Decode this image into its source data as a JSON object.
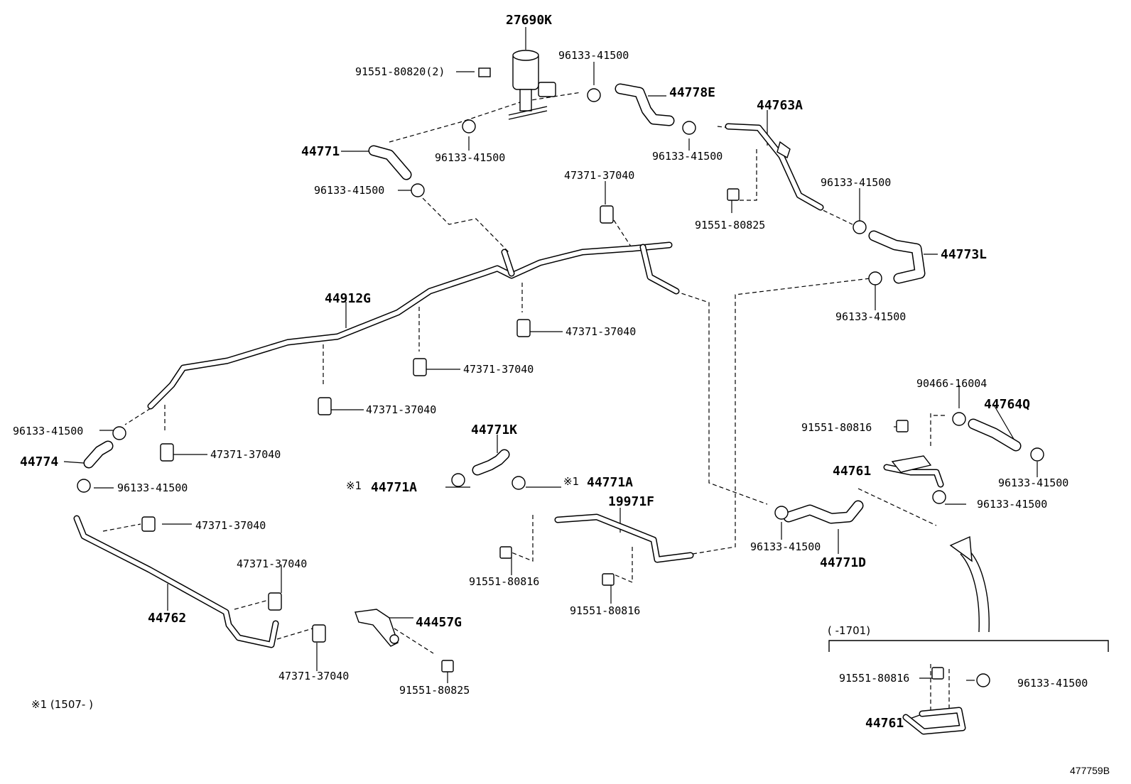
{
  "callouts": [
    {
      "id": "c01",
      "text": "27690K"
    },
    {
      "id": "c02",
      "text": "91551-80820(2)"
    },
    {
      "id": "c03",
      "text": "96133-41500"
    },
    {
      "id": "c04",
      "text": "44778E"
    },
    {
      "id": "c05",
      "text": "44763A"
    },
    {
      "id": "c06",
      "text": "44771"
    },
    {
      "id": "c07",
      "text": "96133-41500"
    },
    {
      "id": "c08",
      "text": "96133-41500"
    },
    {
      "id": "c09",
      "text": "96133-41500"
    },
    {
      "id": "c10",
      "text": "47371-37040"
    },
    {
      "id": "c11",
      "text": "96133-41500"
    },
    {
      "id": "c12",
      "text": "91551-80825"
    },
    {
      "id": "c13",
      "text": "44773L"
    },
    {
      "id": "c14",
      "text": "96133-41500"
    },
    {
      "id": "c15",
      "text": "44912G"
    },
    {
      "id": "c16",
      "text": "47371-37040"
    },
    {
      "id": "c17",
      "text": "47371-37040"
    },
    {
      "id": "c18",
      "text": "47371-37040"
    },
    {
      "id": "c19",
      "text": "90466-16004"
    },
    {
      "id": "c20",
      "text": "44764Q"
    },
    {
      "id": "c21",
      "text": "91551-80816"
    },
    {
      "id": "c22",
      "text": "96133-41500"
    },
    {
      "id": "c23",
      "text": "47371-37040"
    },
    {
      "id": "c24",
      "text": "44774"
    },
    {
      "id": "c25",
      "text": "44771K"
    },
    {
      "id": "c26",
      "text": "44761"
    },
    {
      "id": "c27",
      "text": "96133-41500"
    },
    {
      "id": "c28",
      "text": "96133-41500"
    },
    {
      "id": "c29",
      "text": "44771A"
    },
    {
      "id": "c30",
      "text": "44771A"
    },
    {
      "id": "c31",
      "text": "19971F"
    },
    {
      "id": "c32",
      "text": "96133-41500"
    },
    {
      "id": "c33",
      "text": "47371-37040"
    },
    {
      "id": "c34",
      "text": "44771D"
    },
    {
      "id": "c35",
      "text": "91551-80816"
    },
    {
      "id": "c36",
      "text": "91551-80816"
    },
    {
      "id": "c37",
      "text": "47371-37040"
    },
    {
      "id": "c38",
      "text": "44762"
    },
    {
      "id": "c39",
      "text": "44457G"
    },
    {
      "id": "c40",
      "text": "47371-37040"
    },
    {
      "id": "c41",
      "text": "91551-80825"
    },
    {
      "id": "c42",
      "text": "91551-80816"
    },
    {
      "id": "c43",
      "text": "96133-41500"
    },
    {
      "id": "c44",
      "text": "44761"
    }
  ],
  "notes": {
    "mark_1": "※1",
    "mark_2": "※1",
    "footnote": "※1 (1507-      )",
    "variant_range": "(       -1701)"
  },
  "figure_ref": "477759B"
}
